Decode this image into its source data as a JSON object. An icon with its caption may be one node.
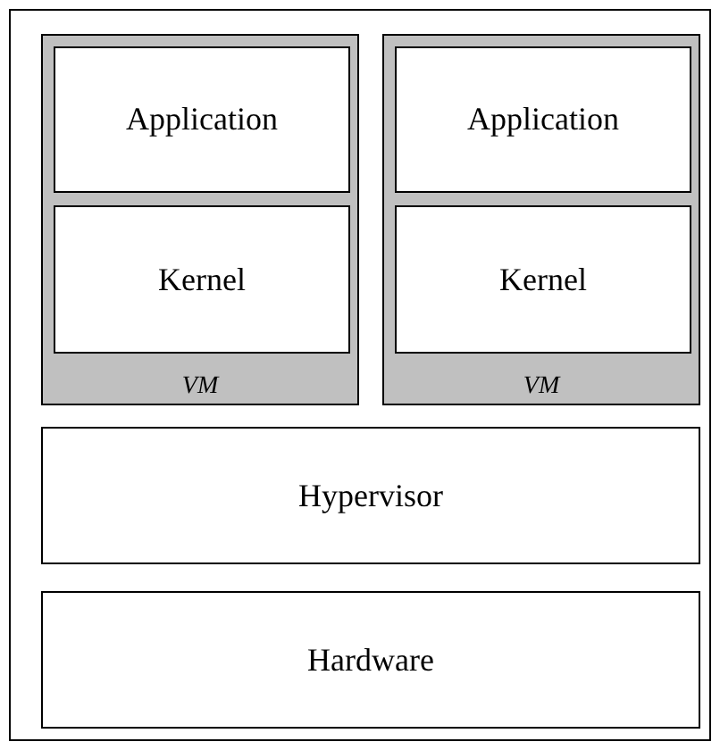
{
  "diagram": {
    "nodes": [
      {
        "text": [],
        "shape": "box"
      },
      {
        "text": [
          "VM"
        ],
        "in": 0
      },
      {
        "text": [
          "Application"
        ],
        "in": 1
      },
      {
        "text": [
          "Kernel"
        ],
        "in": 1
      },
      {
        "text": [
          "VM"
        ],
        "in": 0
      },
      {
        "text": [
          "Application"
        ],
        "in": 4
      },
      {
        "text": [
          "Kernel"
        ],
        "in": 4
      },
      {
        "text": [
          "Hypervisor"
        ],
        "in": 0
      },
      {
        "text": [
          "Hardware"
        ],
        "in": 0
      }
    ]
  }
}
